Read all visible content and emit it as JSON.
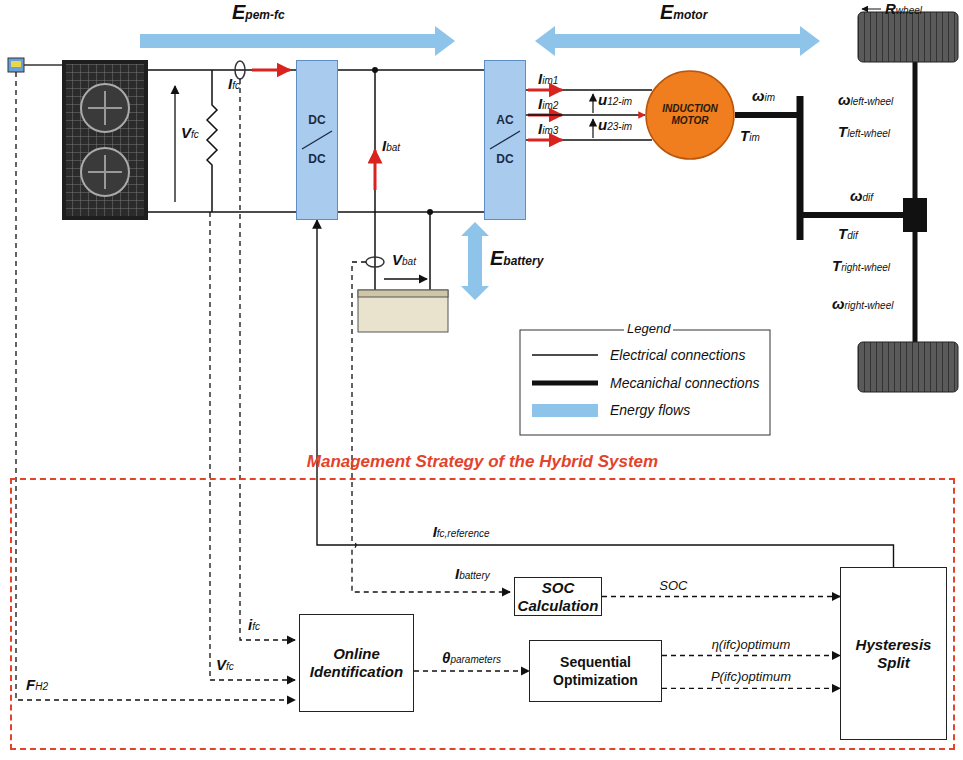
{
  "diagram": {
    "nodes": [
      {
        "text": [
          "DC",
          "DC"
        ]
      },
      {
        "text": [
          "AC",
          "DC"
        ]
      },
      {
        "text": [
          "INDUCTION MOTOR"
        ]
      },
      {
        "text": [
          "Management Strategy of the Hybrid System"
        ]
      },
      {
        "text": [
          "SOC Calculation"
        ],
        "in": 3
      },
      {
        "text": [
          "Online Identification"
        ],
        "in": 3
      },
      {
        "text": [
          "Sequential Optimization"
        ],
        "in": 3
      },
      {
        "text": [
          "Hysteresis Split"
        ],
        "in": 3
      }
    ],
    "edges": [
      {
        "from": 0,
        "to": 1,
        "arrow": "none"
      },
      {
        "from": 1,
        "to": 2,
        "arrow": "to"
      },
      {
        "from": 7,
        "to": 0,
        "label": "Ifc,reference",
        "arrow": "to"
      },
      {
        "from": 4,
        "to": 7,
        "label": "SOC",
        "arrow": "to"
      },
      {
        "from": 5,
        "to": 6,
        "label": "θparameters",
        "arrow": "to"
      },
      {
        "from": 6,
        "to": 7,
        "label": "η(ifc)optimum",
        "arrow": "to"
      },
      {
        "from": 6,
        "to": 7,
        "label": "P(ifc)optimum",
        "arrow": "to"
      }
    ],
    "labels": [
      "Epem-fc",
      "Emotor",
      "Ebattery",
      "Ifc",
      "Vfc",
      "Ibat",
      "Vbat",
      "Iim1",
      "Iim2",
      "Iim3",
      "u12-im",
      "u23-im",
      "ωim",
      "Tim",
      "Rwheel",
      "ωleft-wheel",
      "Tleft-wheel",
      "ωdif",
      "Tdif",
      "Tright-wheel",
      "ωright-wheel",
      "Legend",
      "Ibattery",
      "ifc",
      "Vfc",
      "FH2"
    ],
    "legend": [
      {
        "text": "Electrical connections"
      },
      {
        "text": "Mecanichal connections"
      },
      {
        "text": "Energy flows",
        "color": "#8ec3ea"
      }
    ]
  }
}
